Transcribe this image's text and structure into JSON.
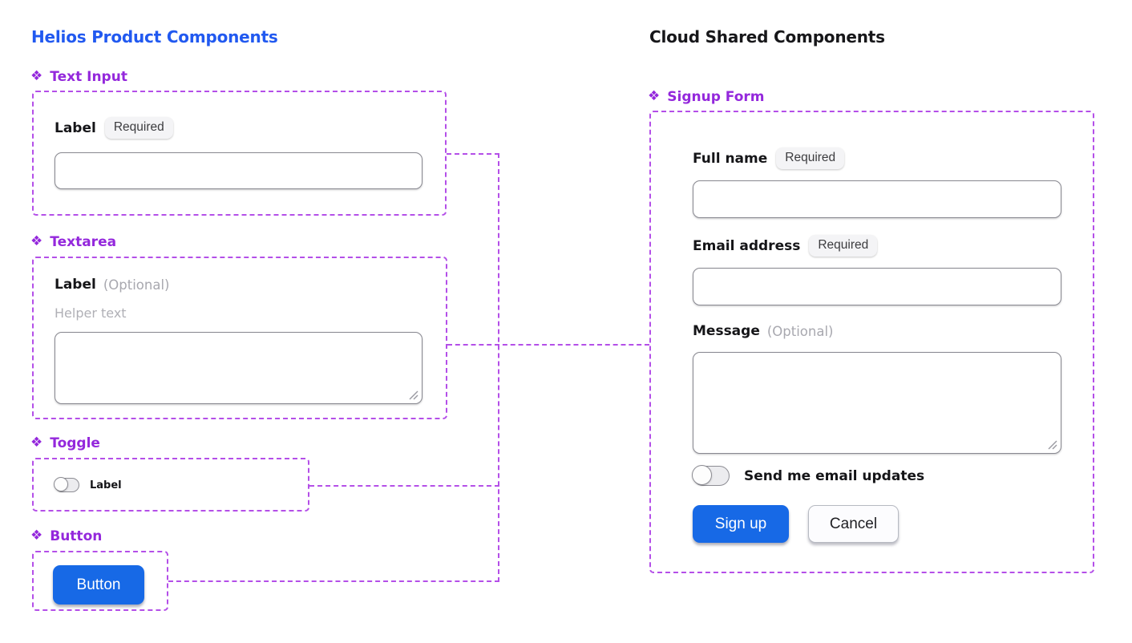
{
  "colors": {
    "helios_title_blue": "#2159F0",
    "cloud_title_black": "#17171A",
    "component_heading_purple": "#9428DC",
    "dashed_outline_purple": "#B44FE8",
    "primary_button_blue": "#1769E6",
    "badge_background": "#F4F4F6",
    "input_border_gray": "#898991"
  },
  "icons": {
    "component_diamond": "❖"
  },
  "left": {
    "title": "Helios Product Components",
    "text_input": {
      "heading": "Text Input",
      "label": "Label",
      "badge": "Required",
      "value": ""
    },
    "textarea": {
      "heading": "Textarea",
      "label": "Label",
      "optional": "(Optional)",
      "helper": "Helper text",
      "value": ""
    },
    "toggle": {
      "heading": "Toggle",
      "label": "Label",
      "state": "off"
    },
    "button": {
      "heading": "Button",
      "button_label": "Button"
    }
  },
  "right": {
    "title": "Cloud Shared Components",
    "signup": {
      "heading": "Signup Form",
      "full_name_label": "Full name",
      "full_name_badge": "Required",
      "full_name_value": "",
      "email_label": "Email address",
      "email_badge": "Required",
      "email_value": "",
      "message_label": "Message",
      "message_optional": "(Optional)",
      "message_value": "",
      "toggle_label": "Send me email updates",
      "toggle_state": "off",
      "submit_label": "Sign up",
      "cancel_label": "Cancel"
    }
  }
}
